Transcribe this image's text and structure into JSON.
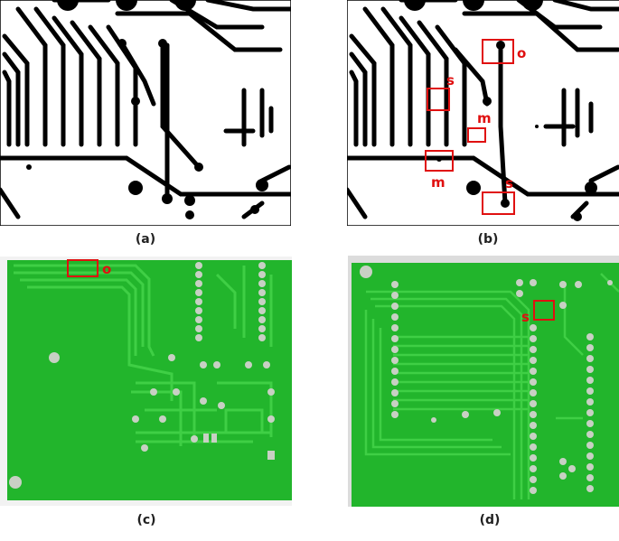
{
  "captions": {
    "a": "(a)",
    "b": "(b)",
    "c": "(c)",
    "d": "(d)"
  },
  "defect_labels": {
    "b": [
      "o",
      "s",
      "m",
      "m",
      "s"
    ],
    "c": [
      "o"
    ],
    "d": [
      "s"
    ]
  },
  "colors": {
    "trace": "#000000",
    "board_green": "#22b52c",
    "copper_trace": "#3fcf45",
    "pad": "#c8d0c4",
    "defect_box": "#e01010"
  }
}
